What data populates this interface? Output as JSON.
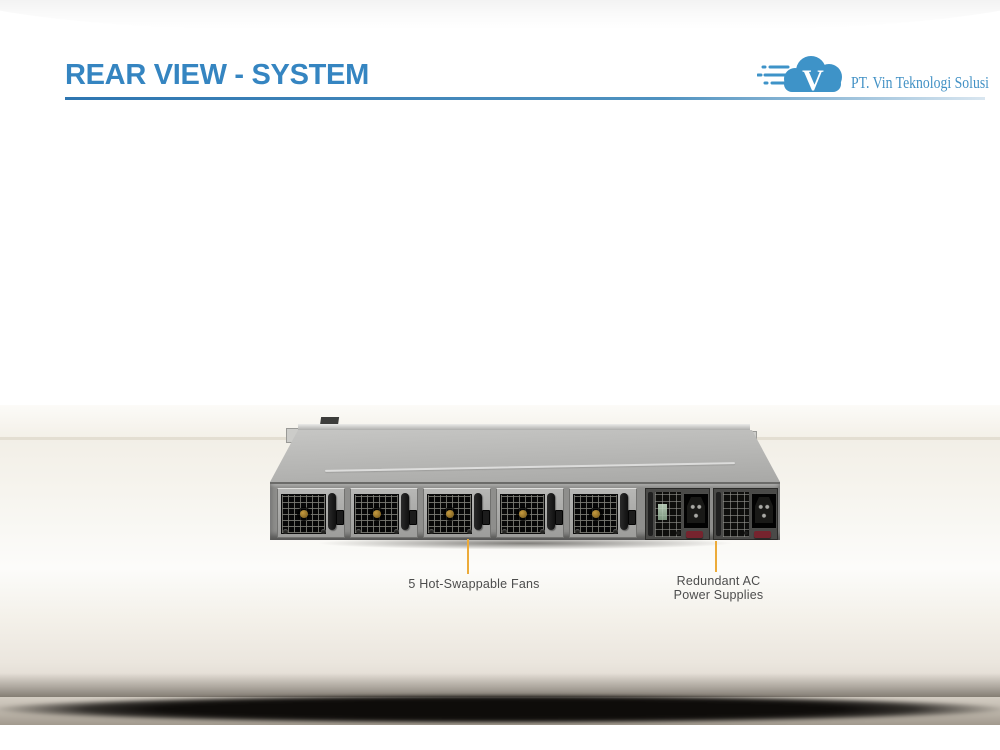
{
  "header": {
    "title": "REAR VIEW - SYSTEM",
    "logo": {
      "company": "PT. Vin Teknologi Solusi",
      "icon": "cloud-v-icon",
      "monogram": "V"
    }
  },
  "callouts": {
    "fans": {
      "text": "5 Hot-Swappable Fans"
    },
    "psu": {
      "line1": "Redundant AC",
      "line2": "Power Supplies"
    }
  },
  "diagram": {
    "subject": "1U server rear view",
    "fan_count": 5,
    "psu_count": 2
  },
  "colors": {
    "accent": "#3585c1",
    "logo_blue": "#3e93c8",
    "callout_line": "#ecab3a",
    "label_text": "#4d4d4d"
  }
}
